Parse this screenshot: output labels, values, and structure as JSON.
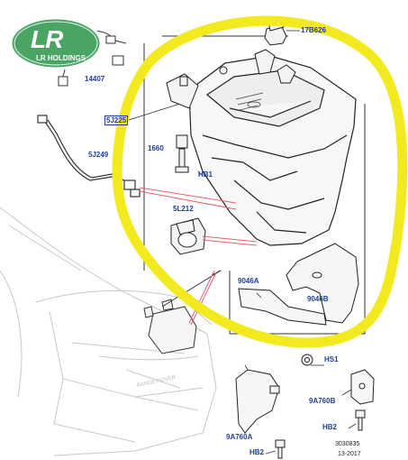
{
  "logo": {
    "main": "LR",
    "sub": "LR HOLDINGS"
  },
  "labels": {
    "p14407": "14407",
    "p17b626": "17B626",
    "p5j225": "5J225",
    "p5j249": "5J249",
    "p1660": "1660",
    "phb1": "HB1",
    "p5l212": "5L212",
    "p9046a": "9046A",
    "p9046b": "9046B",
    "phs1": "HS1",
    "p9a760b": "9A760B",
    "phb2_right": "HB2",
    "p9a760a": "9A760A",
    "phb2_left": "HB2"
  },
  "footer": {
    "ref": "3030835",
    "date": "13-2017"
  },
  "colors": {
    "label": "#1e3f9a",
    "highlight": "#f2ea1f",
    "pointer": "#e8636b",
    "logo_green": "#4aa564"
  }
}
